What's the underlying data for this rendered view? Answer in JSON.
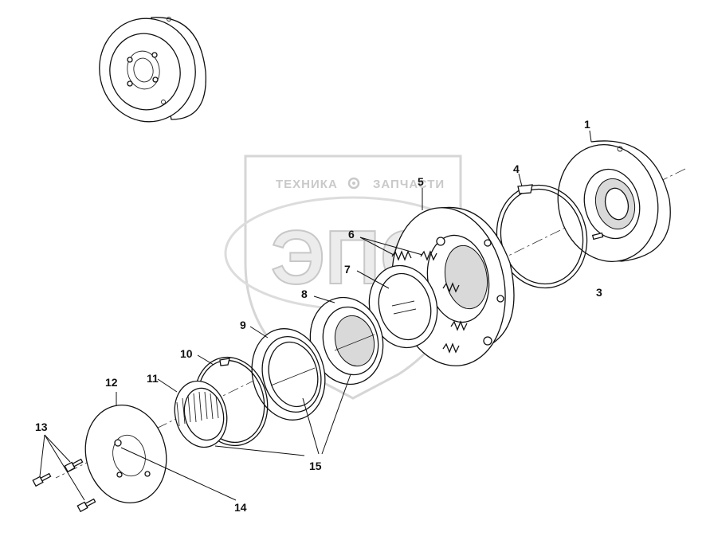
{
  "watermark": {
    "top_left": "ТЕХНИКА",
    "top_right": "ЗАПЧАСТИ",
    "logo": "ЭПС"
  },
  "callouts": [
    {
      "id": "label-1",
      "text": "1"
    },
    {
      "id": "label-3",
      "text": "3"
    },
    {
      "id": "label-4",
      "text": "4"
    },
    {
      "id": "label-5",
      "text": "5"
    },
    {
      "id": "label-6",
      "text": "6"
    },
    {
      "id": "label-7",
      "text": "7"
    },
    {
      "id": "label-8",
      "text": "8"
    },
    {
      "id": "label-9",
      "text": "9"
    },
    {
      "id": "label-10",
      "text": "10"
    },
    {
      "id": "label-11",
      "text": "11"
    },
    {
      "id": "label-12",
      "text": "12"
    },
    {
      "id": "label-13",
      "text": "13"
    },
    {
      "id": "label-14",
      "text": "14"
    },
    {
      "id": "label-15",
      "text": "15"
    }
  ]
}
